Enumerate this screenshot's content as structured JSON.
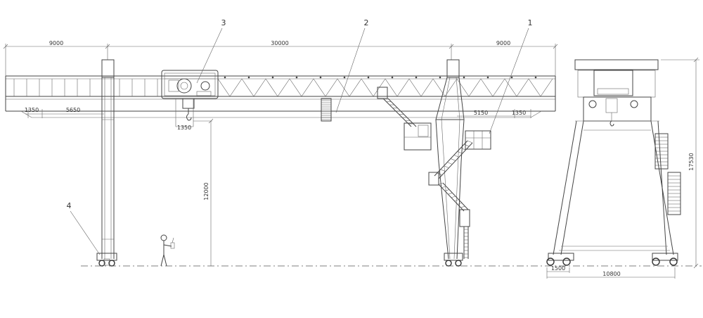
{
  "callouts": [
    "3",
    "2",
    "1",
    "4"
  ],
  "dimensions": {
    "left_cantilever": "9000",
    "span": "30000",
    "right_cantilever": "9000",
    "left_hook_limit": "1350",
    "left_offset": "5650",
    "trolley_width": "1350",
    "lift_height": "12000",
    "right_offset": "5150",
    "right_hook_limit": "1350",
    "total_height": "17530",
    "wheelbase": "1500",
    "base_width": "10800"
  }
}
